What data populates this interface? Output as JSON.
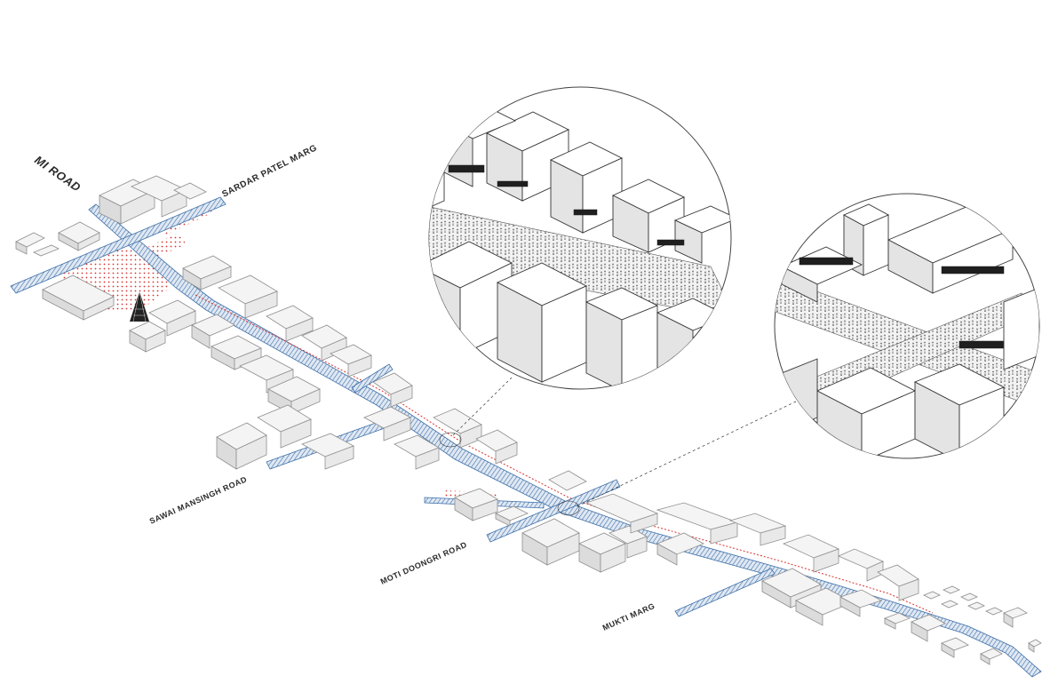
{
  "labels": {
    "mi_road": "MI ROAD",
    "sardar_patel_marg": "SARDAR PATEL MARG",
    "sawai_mansingh_road": "SAWAI MANSINGH ROAD",
    "moti_doongri_road": "MOTI DOONGRI ROAD",
    "mukti_marg": "MUKTI MARG"
  },
  "colors": {
    "road_hatch": "#3e6fa8",
    "red_dots": "#d8322f",
    "building_stroke": "#8f8f8f",
    "lens_stroke": "#444444"
  },
  "icons": {
    "landmark": "tower-icon"
  }
}
